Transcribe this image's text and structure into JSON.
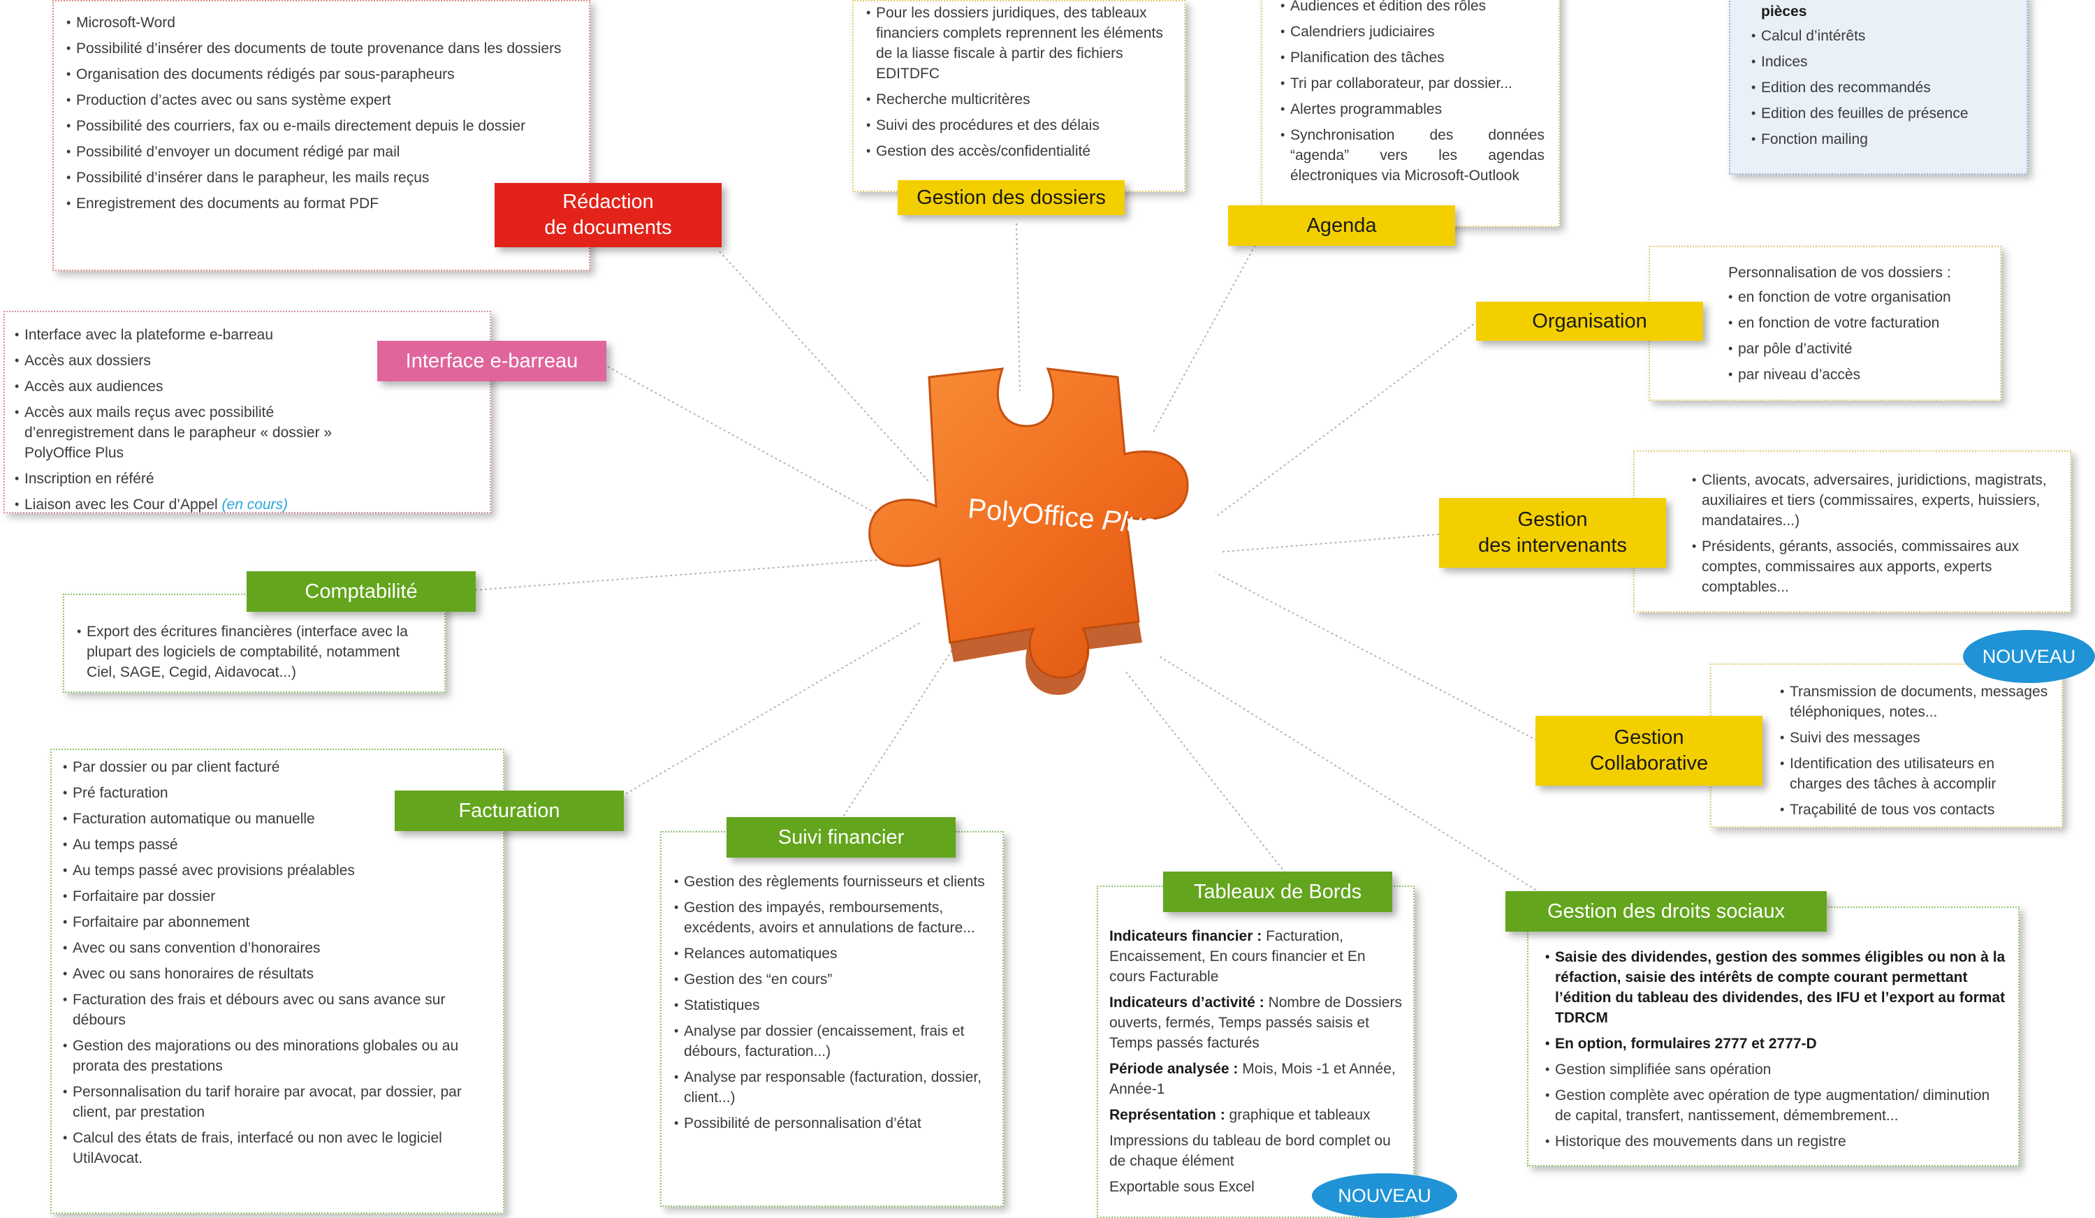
{
  "center": {
    "title": "PolyOffice",
    "title_suffix": "Plus"
  },
  "colors": {
    "red": "#e32219",
    "pink": "#e0659c",
    "green": "#63a51c",
    "yellow": "#f3cf00",
    "orange": "#f06a1d",
    "badge": "#1f93d6"
  },
  "icons": {
    "center": "puzzle-piece-icon"
  },
  "redaction": {
    "label": "Rédaction\nde documents",
    "items": [
      "Microsoft-Word",
      "Possibilité d’insérer des documents de toute provenance dans les dossiers",
      "Organisation des documents rédigés par sous-parapheurs",
      "Production d’actes avec ou sans système expert",
      "Possibilité des courriers, fax ou e-mails directement depuis le dossier",
      "Possibilité d’envoyer un document rédigé par mail",
      "Possibilité d’insérer dans le parapheur, les mails reçus",
      "Enregistrement des documents au format PDF"
    ]
  },
  "dossiers": {
    "label": "Gestion des dossiers",
    "items": [
      "Pour les dossiers juridiques, des tableaux financiers complets reprennent les éléments de la liasse fiscale à partir des fichiers EDITDFC",
      "Recherche multicritères",
      "Suivi des procédures et des délais",
      "Gestion des accès/confidentialité"
    ]
  },
  "agenda": {
    "label": "Agenda",
    "items": [
      "Audiences et édition des rôles",
      "Calendriers judiciaires",
      "Planification des tâches",
      "Tri par collaborateur, par dossier...",
      "Alertes programmables",
      "Synchronisation des données “agenda” vers les agendas électroniques via Microsoft-Outlook"
    ]
  },
  "topright": {
    "first_line": "pièces",
    "items": [
      "Calcul d’intérêts",
      "Indices",
      "Edition des recommandés",
      "Edition des feuilles de présence",
      "Fonction mailing"
    ]
  },
  "organisation": {
    "label": "Organisation",
    "intro": "Personnalisation de vos dossiers :",
    "items": [
      "en fonction de votre organisation",
      "en fonction de votre facturation",
      "par pôle d’activité",
      "par niveau d’accès"
    ]
  },
  "intervenants": {
    "label": "Gestion\ndes intervenants",
    "items": [
      "Clients, avocats, adversaires, juridictions, magistrats, auxiliaires et tiers (commissaires, experts, huissiers, mandataires...)",
      "Présidents, gérants, associés, commissaires aux comptes, commissaires aux apports, experts comptables..."
    ]
  },
  "collaborative": {
    "label": "Gestion\nCollaborative",
    "badge": "NOUVEAU",
    "items": [
      "Transmission de documents, messages téléphoniques, notes...",
      "Suivi des messages",
      "Identification des utilisateurs en charges des tâches à accomplir",
      "Traçabilité de tous vos contacts"
    ]
  },
  "ebarreau": {
    "label": "Interface e-barreau",
    "items": [
      "Interface avec la plateforme e-barreau",
      "Accès aux dossiers",
      "Accès aux audiences",
      "Accès aux mails reçus avec possibilité d’enregistrement dans le parapheur « dossier » PolyOffice Plus",
      "Inscription en référé"
    ],
    "last_item": "Liaison avec les Cour d’Appel",
    "last_item_note": "(en cours)"
  },
  "comptabilite": {
    "label": "Comptabilité",
    "items": [
      "Export des écritures financières (interface avec la plupart des logiciels de comptabilité, notamment Ciel, SAGE, Cegid, Aidavocat...)"
    ]
  },
  "facturation": {
    "label": "Facturation",
    "items": [
      "Par dossier ou par client facturé",
      "Pré facturation",
      "Facturation automatique ou manuelle",
      "Au temps passé",
      "Au temps passé avec provisions préalables",
      "Forfaitaire par dossier",
      "Forfaitaire par abonnement",
      "Avec ou sans convention d’honoraires",
      "Avec ou sans honoraires de résultats",
      "Facturation des frais et débours avec ou sans avance sur débours",
      "Gestion des majorations ou des minorations globales ou au prorata des prestations",
      "Personnalisation du tarif horaire par avocat, par dossier, par client, par prestation",
      "Calcul des états de frais, interfacé ou non avec le logiciel UtilAvocat."
    ]
  },
  "suivi": {
    "label": "Suivi financier",
    "items": [
      "Gestion des règlements fournisseurs et clients",
      "Gestion des impayés, remboursements, excédents, avoirs et annulations de facture...",
      "Relances automatiques",
      "Gestion des “en cours”",
      "Statistiques",
      "Analyse par dossier (encaissement, frais et débours, facturation...)",
      "Analyse par responsable (facturation, dossier, client...)",
      "Possibilité de personnalisation d’état"
    ]
  },
  "tableaux": {
    "label": "Tableaux de Bords",
    "badge": "NOUVEAU",
    "rows": [
      {
        "key": "Indicateurs financier :",
        "value": " Facturation, Encaissement, En cours financier et En cours Facturable"
      },
      {
        "key": "Indicateurs d’activité :",
        "value": " Nombre de Dossiers ouverts, fermés, Temps passés saisis et Temps passés facturés"
      },
      {
        "key": "Période analysée :",
        "value": " Mois, Mois -1 et Année, Année-1"
      },
      {
        "key": "Représentation :",
        "value": " graphique et tableaux"
      }
    ],
    "extra": [
      "Impressions du tableau de bord complet ou de chaque élément",
      "Exportable sous Excel"
    ]
  },
  "droits": {
    "label": "Gestion des droits sociaux",
    "bold_items": [
      "Saisie des dividendes, gestion des sommes éligibles ou non à la réfaction, saisie des intérêts de compte courant permettant l’édition du tableau des dividendes, des IFU et l’export au format TDRCM",
      "En option, formulaires 2777 et 2777-D"
    ],
    "items": [
      "Gestion simplifiée sans opération",
      "Gestion complète avec opération de type augmentation/ diminution de capital, transfert, nantissement, démembrement...",
      "Historique des mouvements dans un registre"
    ]
  }
}
